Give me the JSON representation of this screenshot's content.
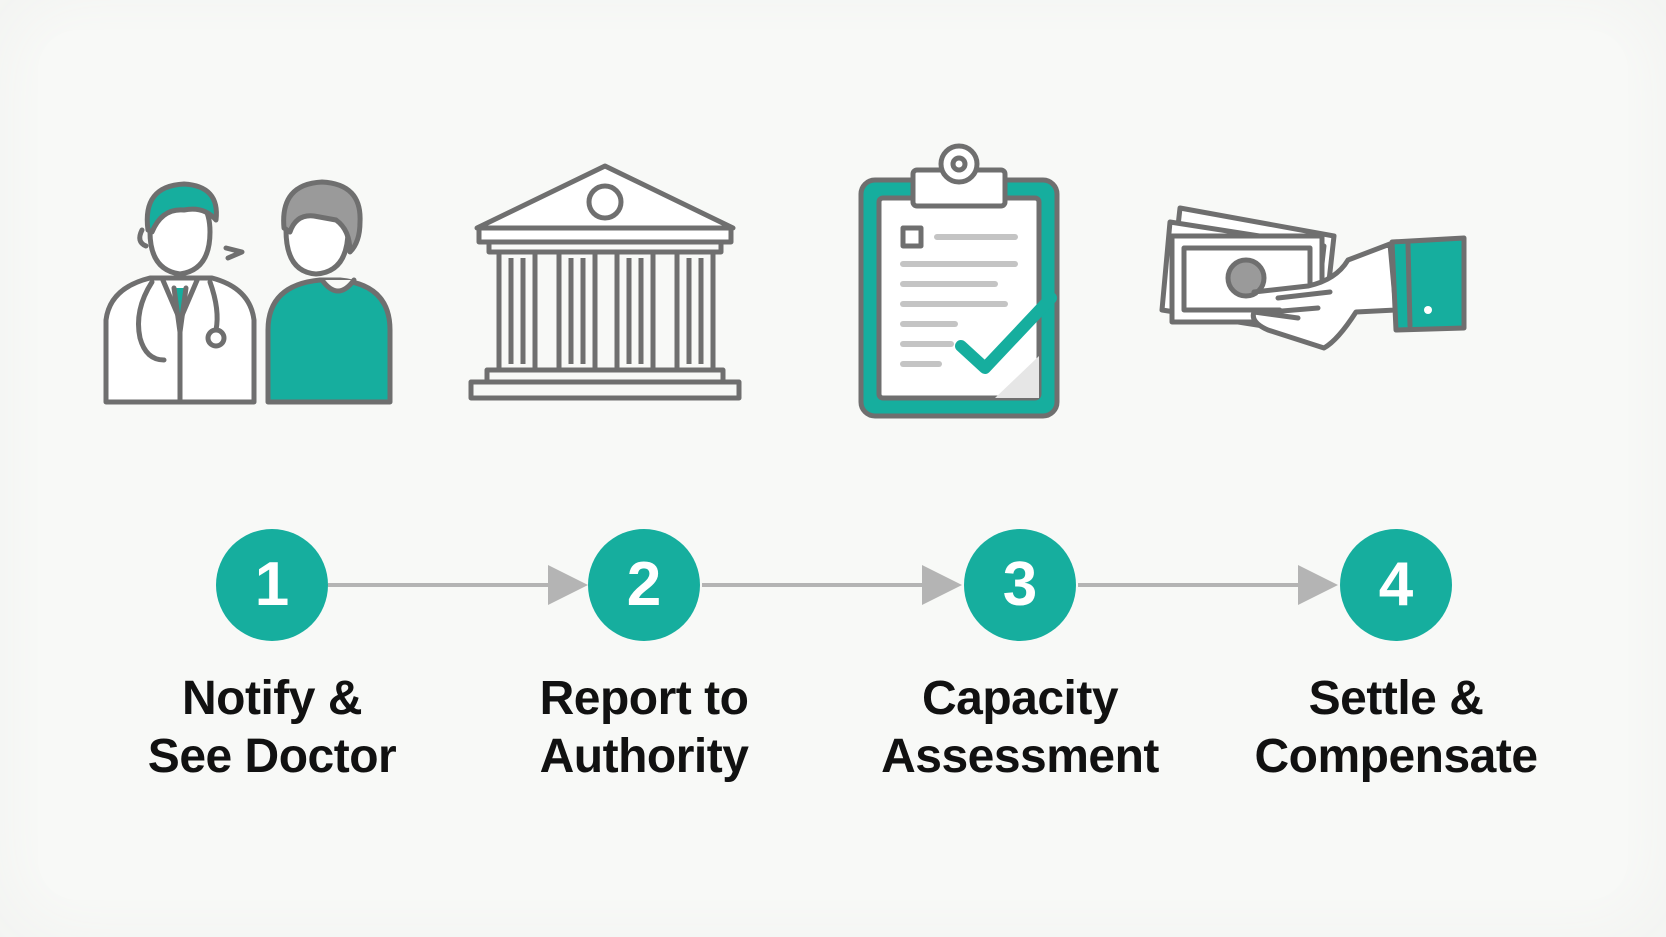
{
  "colors": {
    "accent": "#16ae9e",
    "line_gray": "#6f6f6f",
    "connector_gray": "#b4b4b4",
    "text": "#111111",
    "background": "#f3f4f2"
  },
  "steps": [
    {
      "number": "1",
      "icon": "doctor-patient-icon",
      "label_lines": [
        "Notify &",
        "See Doctor"
      ]
    },
    {
      "number": "2",
      "icon": "courthouse-icon",
      "label_lines": [
        "Report to",
        "Authority"
      ]
    },
    {
      "number": "3",
      "icon": "clipboard-check-icon",
      "label_lines": [
        "Capacity",
        "Assessment"
      ]
    },
    {
      "number": "4",
      "icon": "hand-money-icon",
      "label_lines": [
        "Settle &",
        "Compensate"
      ]
    }
  ]
}
